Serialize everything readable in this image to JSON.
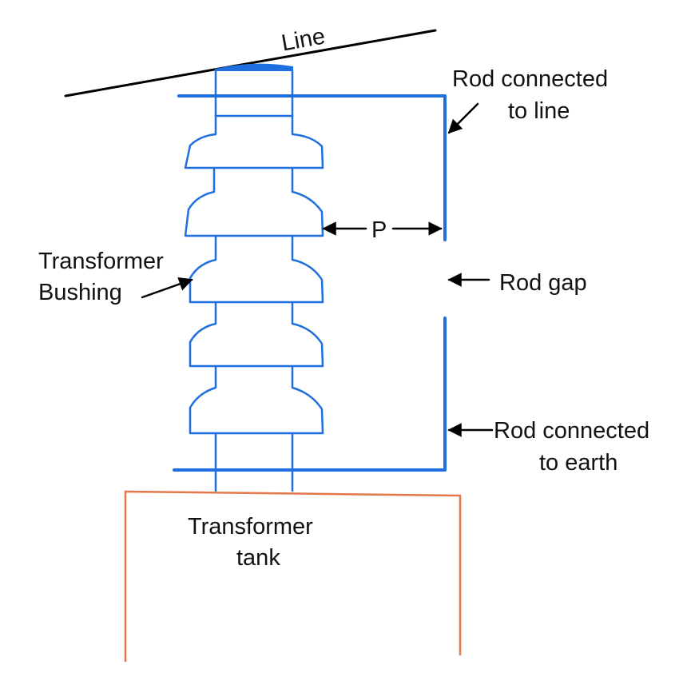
{
  "labels": {
    "line": "Line",
    "rod_line_1": "Rod connected",
    "rod_line_2": "to line",
    "bushing_1": "Transformer",
    "bushing_2": "Bushing",
    "gap_distance": "P",
    "rod_gap": "Rod gap",
    "rod_earth_1": "Rod connected",
    "rod_earth_2": "to earth",
    "tank_1": "Transformer",
    "tank_2": "tank"
  },
  "colors": {
    "bushing": "#1f6fe0",
    "rod": "#1f6fe0",
    "tank": "#e5784a",
    "line": "#000000",
    "arrow": "#000000"
  }
}
